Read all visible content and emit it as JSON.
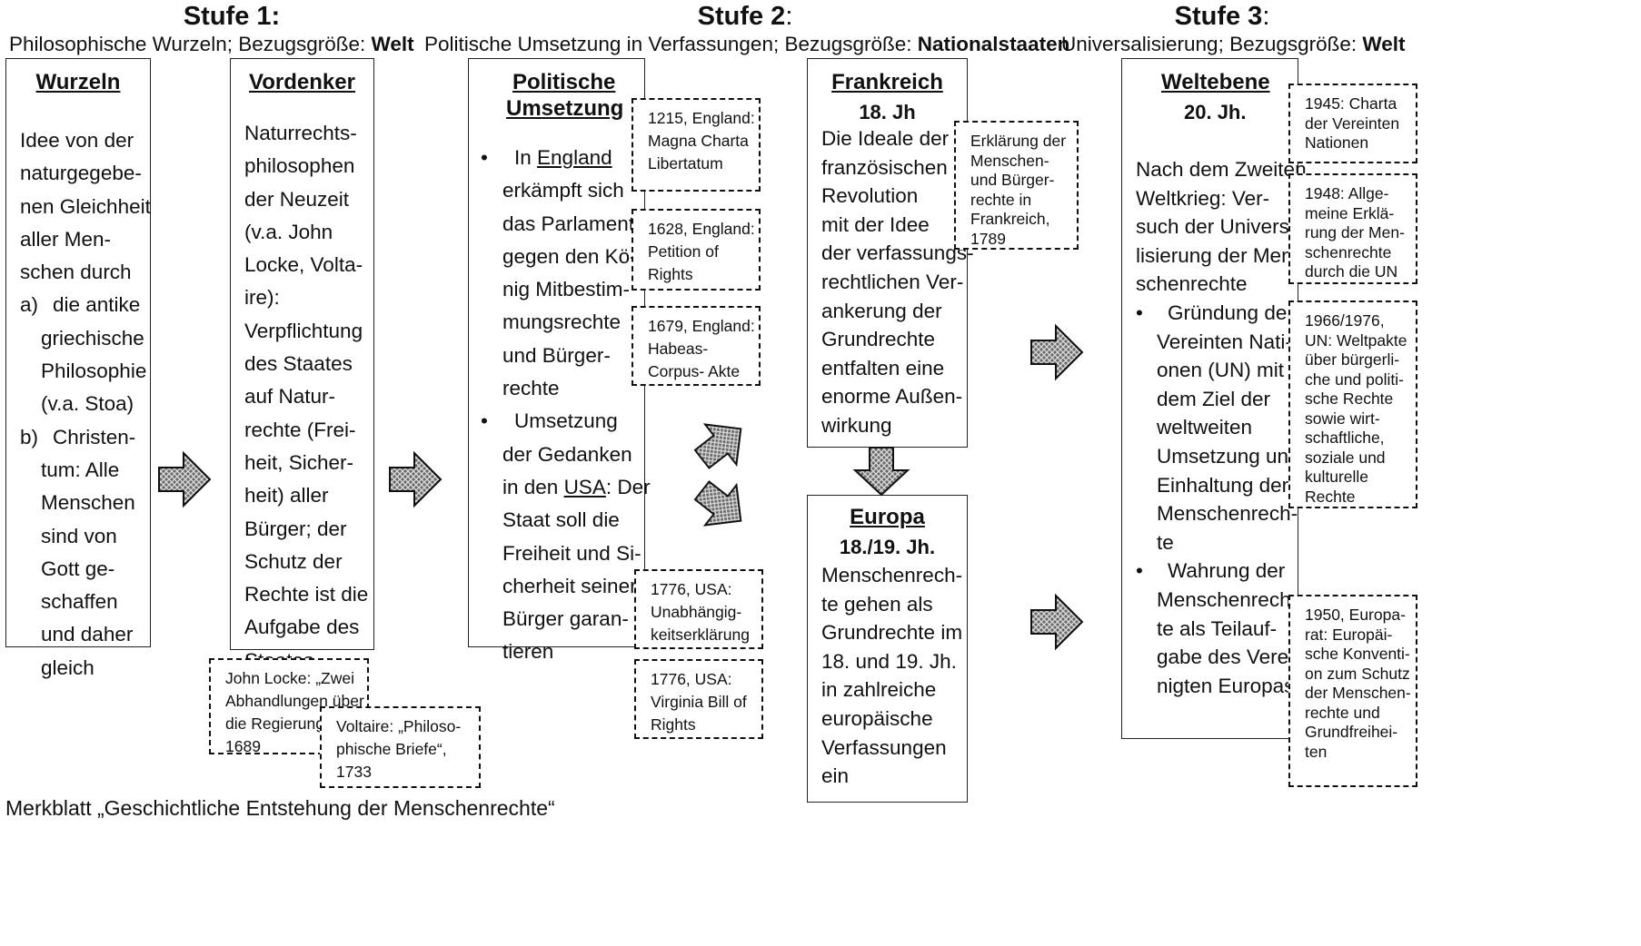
{
  "stages": [
    {
      "title": "Stufe 1:",
      "subtitle_prefix": "Philosophische Wurzeln; Bezugsgröße: ",
      "subtitle_bold": "Welt"
    },
    {
      "title": "Stufe 2",
      "title_suffix": ":",
      "subtitle_prefix": "Politische Umsetzung in Verfassungen; Bezugsgröße: ",
      "subtitle_bold": "Nationalstaaten"
    },
    {
      "title": "Stufe 3",
      "title_suffix": ":",
      "subtitle_prefix": "Universalisierung; Bezugsgröße: ",
      "subtitle_bold": "Welt"
    }
  ],
  "boxes": {
    "wurzeln": {
      "title": "Wurzeln",
      "lines": [
        "Idee von der",
        "naturgegebe-",
        "nen Gleichheit",
        "aller Men-",
        "schen durch"
      ],
      "item_a_marker": "a)",
      "item_a_lines": [
        "die antike",
        "griechische",
        "Philosophie",
        "(v.a. Stoa)"
      ],
      "item_b_marker": "b)",
      "item_b_lines": [
        "Christen-",
        "tum: Alle",
        "Menschen",
        "sind von",
        "Gott ge-",
        "schaffen",
        "und daher",
        "gleich"
      ]
    },
    "vordenker": {
      "title": "Vordenker",
      "lines": [
        "Naturrechts-",
        "philosophen",
        "der Neuzeit",
        "(v.a. John",
        "Locke, Volta-",
        "ire):",
        "Verpflichtung",
        "des Staates",
        "auf Natur-",
        "rechte (Frei-",
        "heit, Sicher-",
        "heit) aller",
        "Bürger; der",
        "Schutz der",
        "Rechte ist die",
        "Aufgabe des",
        "Staates"
      ]
    },
    "politisch": {
      "title_1": "Politische",
      "title_2": "Umsetzung",
      "bullet": "•",
      "b1_pre": "In ",
      "b1_link": "England",
      "b1_lines": [
        "erkämpft sich",
        "das Parlament",
        "gegen den Kö-",
        "nig Mitbestim-",
        "mungsrechte",
        "und Bürger-",
        "rechte"
      ],
      "b2_first": "Umsetzung",
      "b2_lines_a": [
        "der Gedanken"
      ],
      "b2_pre": "in den ",
      "b2_link": "USA",
      "b2_post": ": Der",
      "b2_lines_b": [
        "Staat soll die",
        "Freiheit und Si-",
        "cherheit seiner",
        "Bürger garan-",
        "tieren"
      ]
    },
    "frankreich": {
      "title": "Frankreich",
      "subtitle": "18. Jh",
      "lines": [
        "Die Ideale der",
        "französischen",
        "Revolution",
        "mit der Idee",
        "der verfassungs-",
        "rechtlichen Ver-",
        "ankerung der",
        "Grundrechte",
        "entfalten eine",
        "enorme Außen-",
        "wirkung"
      ]
    },
    "europa": {
      "title": "Europa",
      "subtitle": "18./19. Jh.",
      "lines": [
        "Menschenrech-",
        "te gehen als",
        "Grundrechte im",
        "18. und 19. Jh.",
        "in zahlreiche",
        "europäische",
        "Verfassungen",
        "ein"
      ]
    },
    "weltebene": {
      "title": "Weltebene",
      "subtitle": "20. Jh.",
      "lines": [
        "Nach dem Zweiten",
        "Weltkrieg: Ver-",
        "such der Universa-",
        "lisierung der Men-",
        "schenrechte"
      ],
      "bullet": "•",
      "b1_first": "Gründung der",
      "b1_lines": [
        "Vereinten Nati-",
        "onen (UN) mit",
        "dem Ziel der",
        "weltweiten",
        "Umsetzung und",
        "Einhaltung der",
        "Menschenrech-",
        "te"
      ],
      "b2_first": "Wahrung der",
      "b2_lines": [
        "Menschenrech-",
        "te als Teilauf-",
        "gabe des Verei-",
        "nigten Europas"
      ]
    }
  },
  "notes": {
    "locke": [
      "John Locke: „Zwei",
      "Abhandlungen über",
      "die Regierung“",
      "1689"
    ],
    "voltaire": [
      "Voltaire: „Philoso-",
      "phische Briefe“,",
      "1733"
    ],
    "magna": [
      "1215, England:",
      "Magna Charta",
      "Libertatum"
    ],
    "petition": [
      "1628, England:",
      "Petition of",
      "Rights"
    ],
    "habeas": [
      "1679, England:",
      "Habeas-",
      "Corpus- Akte"
    ],
    "unab": [
      "1776, USA:",
      "Unabhängig-",
      "keitserklärung"
    ],
    "virginia": [
      "1776, USA:",
      "Virginia Bill of",
      "Rights"
    ],
    "erklaerung": [
      "Erklärung der",
      "Menschen-",
      "und Bürger-",
      "rechte in",
      "Frankreich,",
      "1789"
    ],
    "charta": [
      "1945: Charta",
      "der Vereinten",
      "Nationen"
    ],
    "allg": [
      "1948: Allge-",
      "meine Erklä-",
      "rung der Men-",
      "schenrechte",
      "durch die UN"
    ],
    "weltpakte": [
      "1966/1976,",
      "UN: Weltpakte",
      "über bürgerli-",
      "che und politi-",
      "sche Rechte",
      "sowie wirt-",
      "schaftliche,",
      "soziale und",
      "kulturelle",
      "Rechte"
    ],
    "europarat": [
      "1950, Europa-",
      "rat: Europäi-",
      "sche Konventi-",
      "on zum Schutz",
      "der Menschen-",
      "rechte und",
      "Grundfreihei-",
      "ten"
    ]
  },
  "footer": "Merkblatt „Geschichtliche Entstehung der Menschenrechte“"
}
